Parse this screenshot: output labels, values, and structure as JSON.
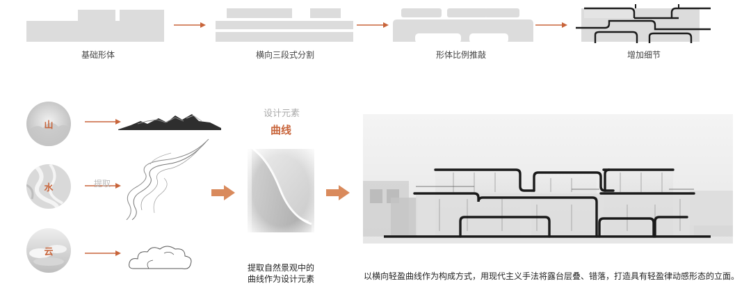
{
  "steps": [
    {
      "label": "基础形体"
    },
    {
      "label": "横向三段式分割"
    },
    {
      "label": "形体比例推敲"
    },
    {
      "label": "增加细节"
    }
  ],
  "elements": {
    "mountain": "山",
    "water": "水",
    "cloud": "云",
    "extract_label": "提取"
  },
  "design": {
    "title": "设计元素",
    "keyword": "曲线",
    "caption_line1": "提取自然景观中的",
    "caption_line2": "曲线作为设计元素"
  },
  "facade_caption": "以横向轻盈曲线作为构成方式，用现代主义手法将露台层叠、错落，打造具有轻盈律动感形态的立面。",
  "colors": {
    "accent": "#c8643a",
    "block": "#dcdcdc",
    "line": "#1a1a1a"
  }
}
